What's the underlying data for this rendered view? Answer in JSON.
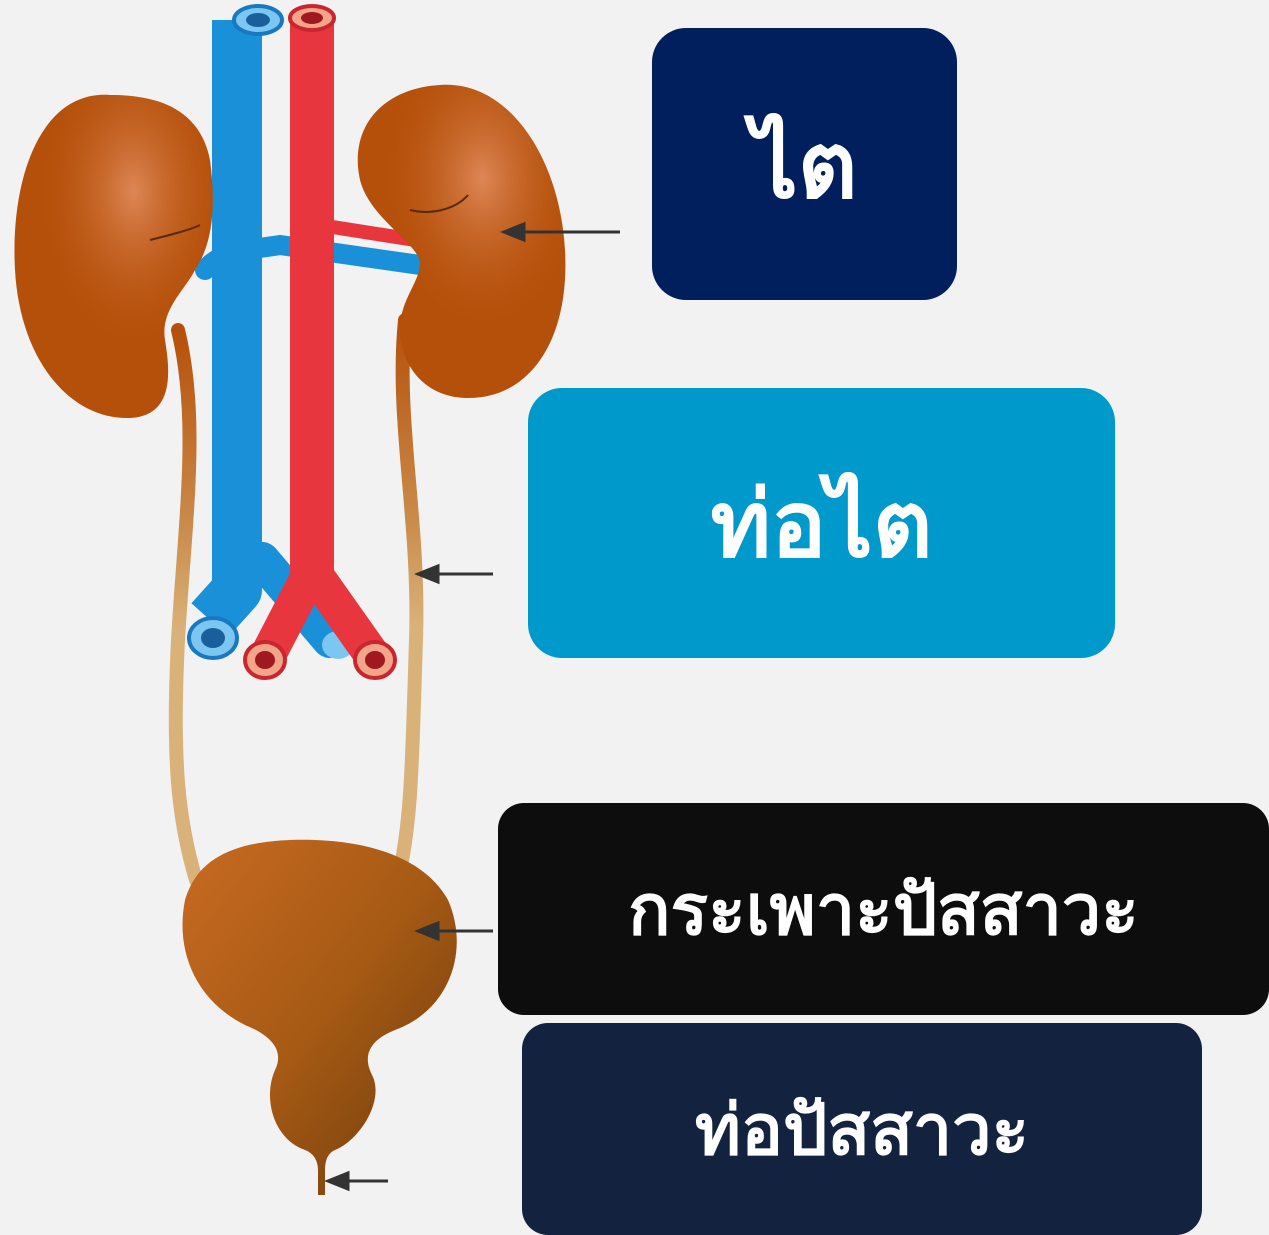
{
  "labels": {
    "kidney": "ไต",
    "ureter": "ท่อไต",
    "bladder": "กระเพาะปัสสาวะ",
    "urethra": "ท่อปัสสาวะ"
  },
  "colors": {
    "background": "#f2f2f2",
    "kidney_box": "#001f5c",
    "ureter_box": "#0099cc",
    "bladder_box": "#0d0d0d",
    "urethra_box": "#13233f",
    "kidney_tissue": "#b5500a",
    "vein": "#1a90d9",
    "artery": "#e8363f",
    "arrow": "#333333"
  }
}
